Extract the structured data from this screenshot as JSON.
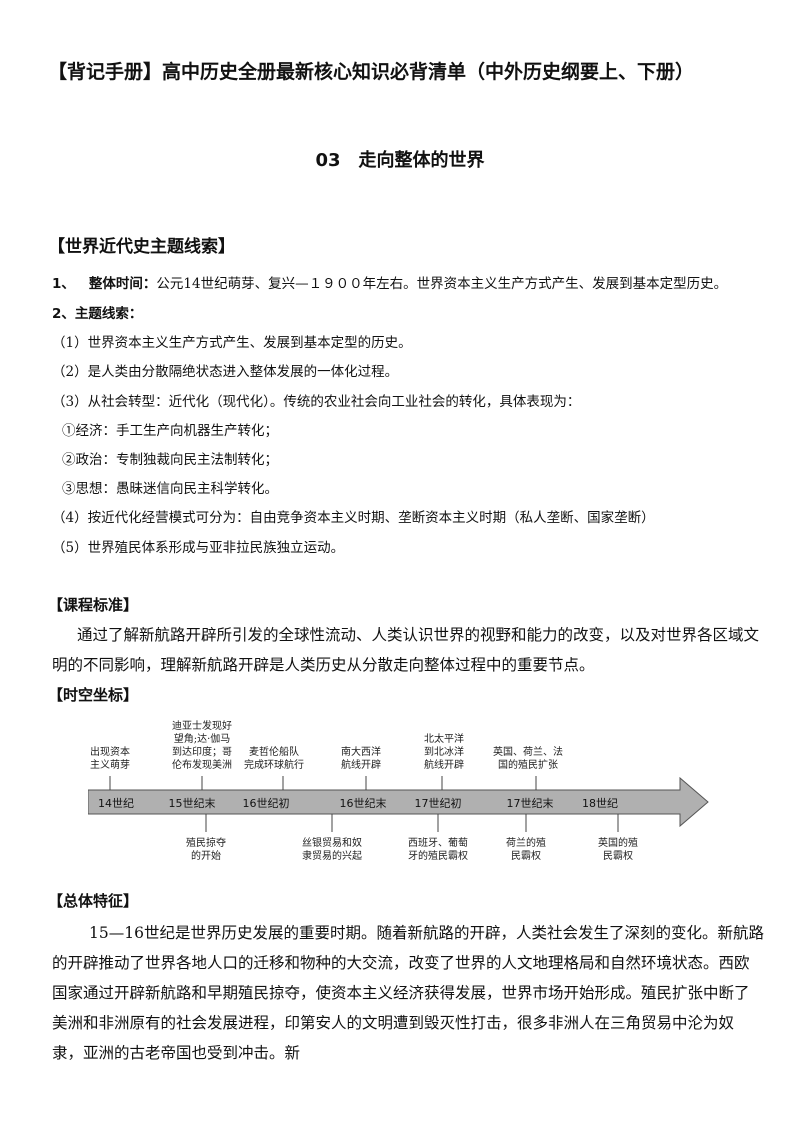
{
  "doc_title": "【背记手册】高中历史全册最新核心知识必背清单（中外历史纲要上、下册）",
  "chapter": "03　走向整体的世界",
  "section_main": {
    "heading": "【世界近代史主题线索】",
    "item1_num": "1、",
    "item1_label": "整体时间：",
    "item1_text": "公元14世纪萌芽、复兴—１９００年左右。世界资本主义生产方式产生、发展到基本定型历史。",
    "item2_label": "2、主题线索：",
    "lines": [
      "（1）世界资本主义生产方式产生、发展到基本定型的历史。",
      "（2）是人类由分散隔绝状态进入整体发展的一体化过程。",
      "（3）从社会转型：近代化（现代化）。传统的农业社会向工业社会的转化，具体表现为：",
      "①经济：手工生产向机器生产转化；",
      "②政治：专制独裁向民主法制转化；",
      "③思想：愚昧迷信向民主科学转化。",
      "（4）按近代化经营模式可分为：自由竞争资本主义时期、垄断资本主义时期（私人垄断、国家垄断）",
      "（5）世界殖民体系形成与亚非拉民族独立运动。"
    ]
  },
  "course_standard": {
    "heading": "【课程标准】",
    "text": "通过了解新航路开辟所引发的全球性流动、人类认识世界的视野和能力的改变，以及对世界各区域文明的不同影响，理解新航路开辟是人类历史从分散走向整体过程中的重要节点。"
  },
  "timeline": {
    "heading": "【时空坐标】",
    "axis_color": "#b0b0b0",
    "labels": [
      "14世纪",
      "15世纪末",
      "16世纪初",
      "16世纪末",
      "17世纪初",
      "17世纪末",
      "18世纪"
    ],
    "above": [
      [
        "出现资本",
        "主义萌芽"
      ],
      [
        "迪亚士发现好",
        "望角;达·伽马",
        "到达印度；哥",
        "伦布发现美洲"
      ],
      [
        "麦哲伦船队",
        "完成环球航行"
      ],
      [
        "南大西洋",
        "航线开辟"
      ],
      [
        "北太平洋",
        "到北冰洋",
        "航线开辟"
      ],
      [
        "英国、荷兰、法",
        "国的殖民扩张"
      ]
    ],
    "below": [
      [
        "殖民掠夺",
        "的开始"
      ],
      [
        "丝银贸易和奴",
        "隶贸易的兴起"
      ],
      [
        "西班牙、葡萄",
        "牙的殖民霸权"
      ],
      [
        "荷兰的殖",
        "民霸权"
      ],
      [
        "英国的殖",
        "民霸权"
      ]
    ]
  },
  "features": {
    "heading": "【总体特征】",
    "text": "15—16世纪是世界历史发展的重要时期。随着新航路的开辟，人类社会发生了深刻的变化。新航路的开辟推动了世界各地人口的迁移和物种的大交流，改变了世界的人文地理格局和自然环境状态。西欧国家通过开辟新航路和早期殖民掠夺，使资本主义经济获得发展，世界市场开始形成。殖民扩张中断了美洲和非洲原有的社会发展进程，印第安人的文明遭到毁灭性打击，很多非洲人在三角贸易中沦为奴隶，亚洲的古老帝国也受到冲击。新"
  }
}
